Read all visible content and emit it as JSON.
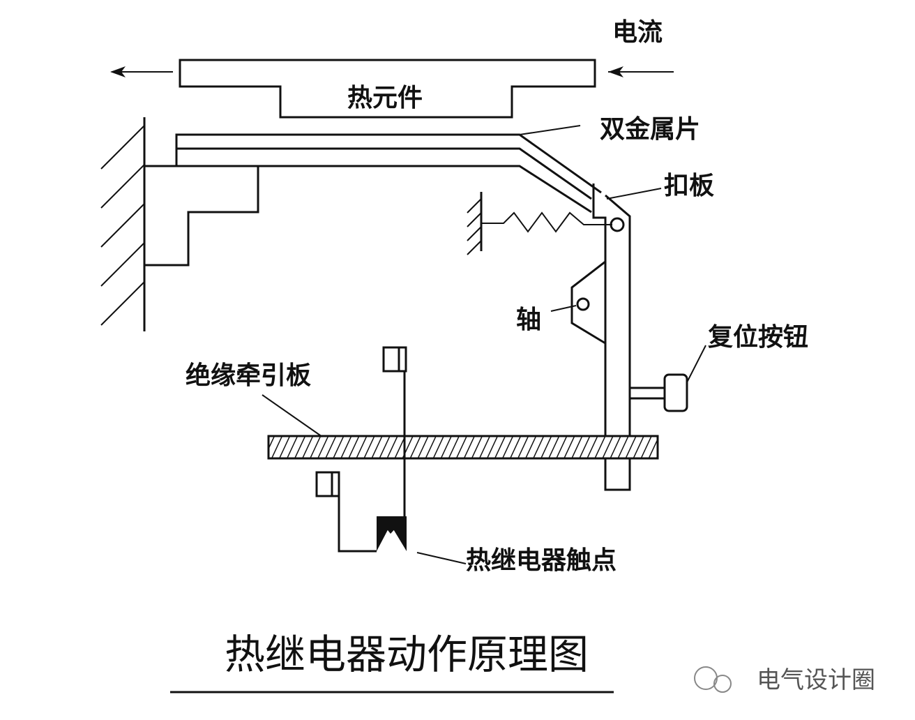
{
  "labels": {
    "current": "电流",
    "heating_element": "热元件",
    "bimetal": "双金属片",
    "latch_plate": "扣板",
    "shaft": "轴",
    "reset_button": "复位按钮",
    "insulating_pull_plate": "绝缘牵引板",
    "relay_contact": "热继电器触点"
  },
  "title": "热继电器动作原理图",
  "watermark": "电气设计圈"
}
